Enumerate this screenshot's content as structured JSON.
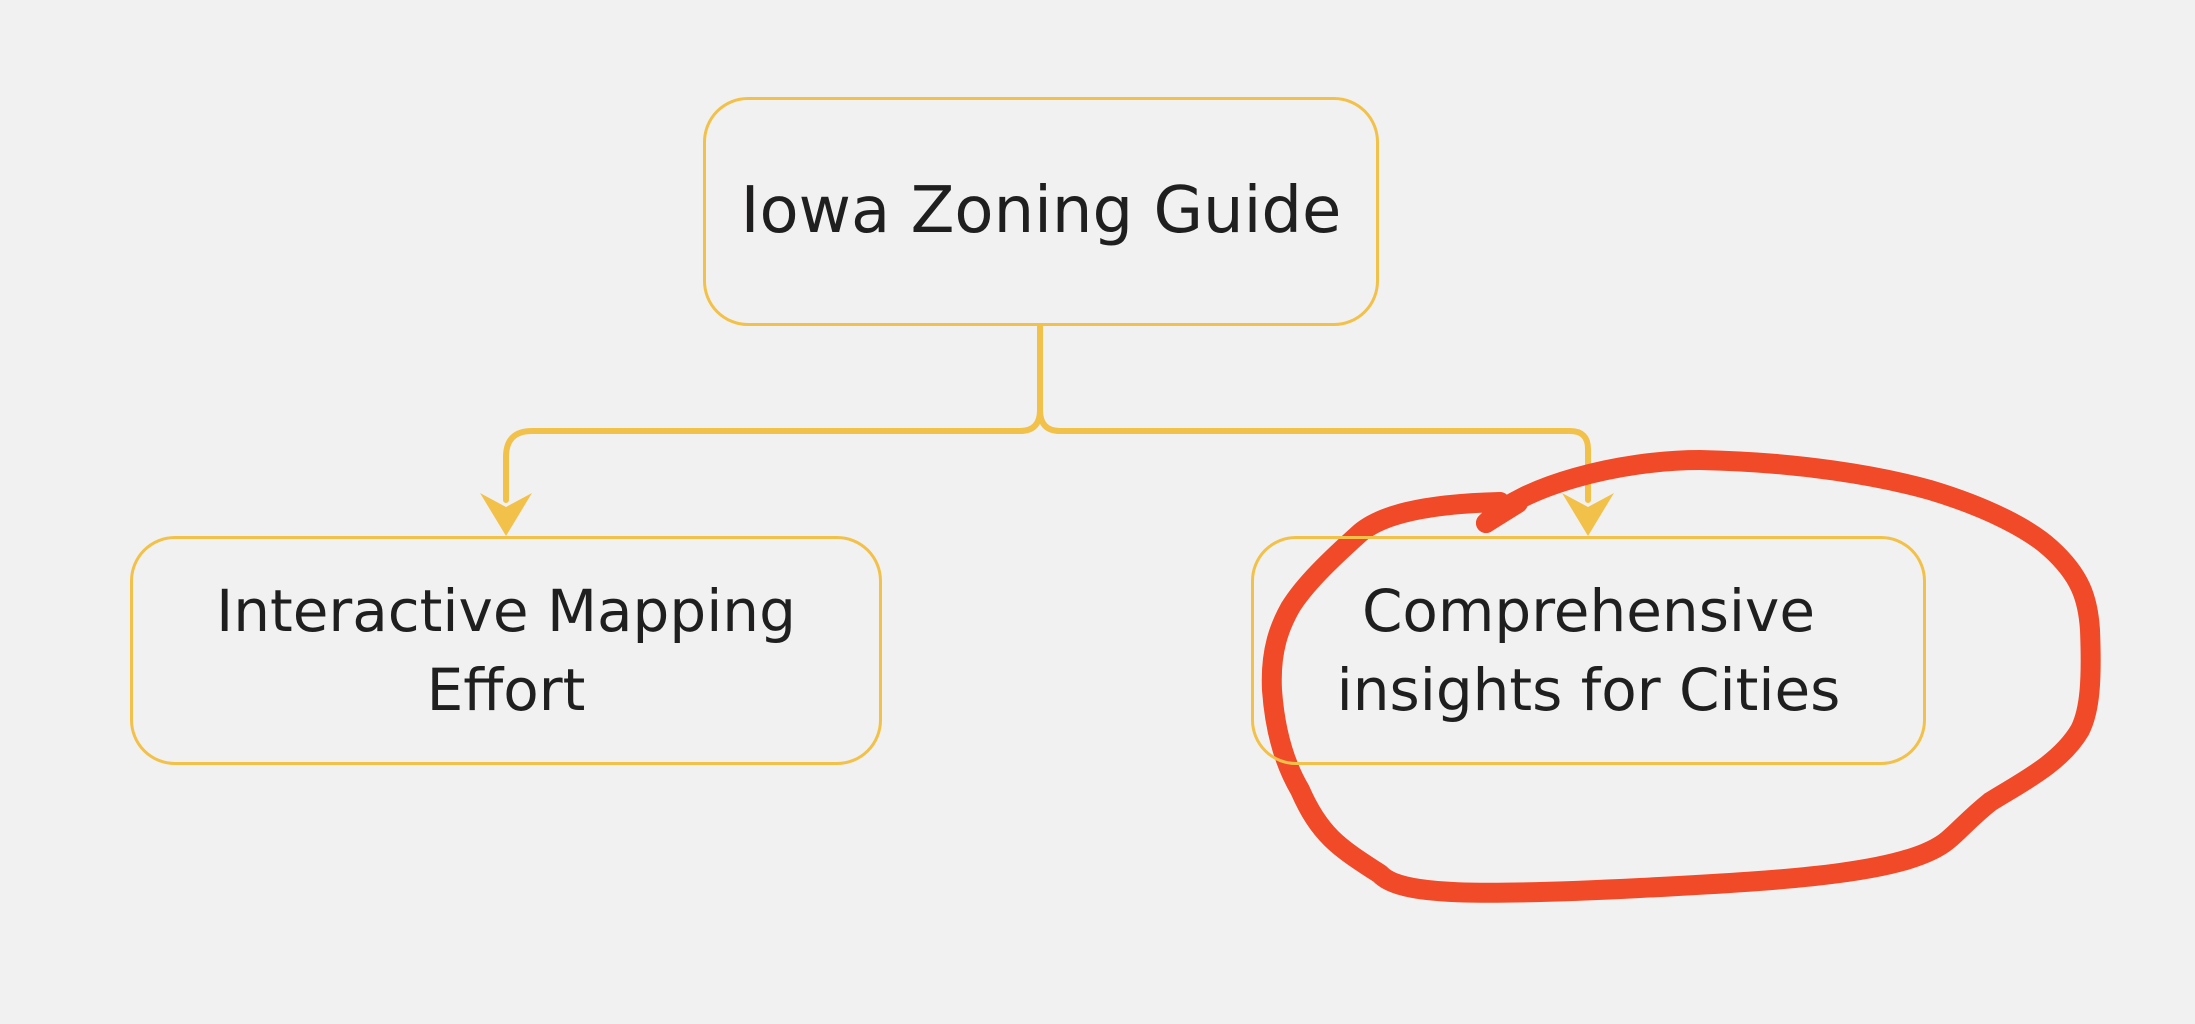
{
  "diagram": {
    "root": {
      "label": "Iowa Zoning Guide"
    },
    "children": [
      {
        "label": "Interactive Mapping Effort"
      },
      {
        "label": "Comprehensive insights for Cities"
      }
    ]
  },
  "colors": {
    "background": "#f2f1f1",
    "node_border": "#f2c14a",
    "connector": "#f2c14a",
    "annotation": "#f04a28",
    "text": "#1f1f1f"
  },
  "annotation": {
    "type": "hand-drawn circle",
    "target": "Comprehensive insights for Cities"
  }
}
